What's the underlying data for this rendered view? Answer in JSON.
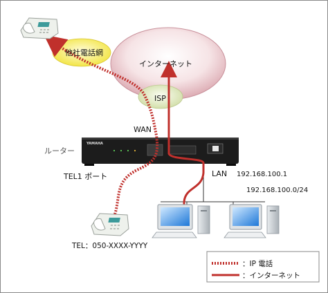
{
  "labels": {
    "other_carrier": "他社電話網",
    "internet": "インターネット",
    "isp": "ISP",
    "wan": "WAN",
    "router": "ルーター",
    "lan": "LAN",
    "router_ip": "192.168.100.1",
    "subnet": "192.168.100.0/24",
    "tel1_port": "TEL1 ポート",
    "tel_number": "TEL：050-XXXX-YYYY",
    "brand": "YAMAHA"
  },
  "legend": {
    "ip_phone": "：IP 電話",
    "internet": "：インターネット"
  },
  "colors": {
    "cloud_pink": "#efd2d6",
    "cloud_pink_edge": "#c8909a",
    "isp_green": "#e3ecc4",
    "carrier_yellow": "#f7ee64",
    "route_red": "#c0302c",
    "router_body": "#1c1c1c"
  },
  "icons": {
    "phone": "desk-phone-icon",
    "pc": "desktop-computer-icon",
    "router": "router-device-icon"
  }
}
